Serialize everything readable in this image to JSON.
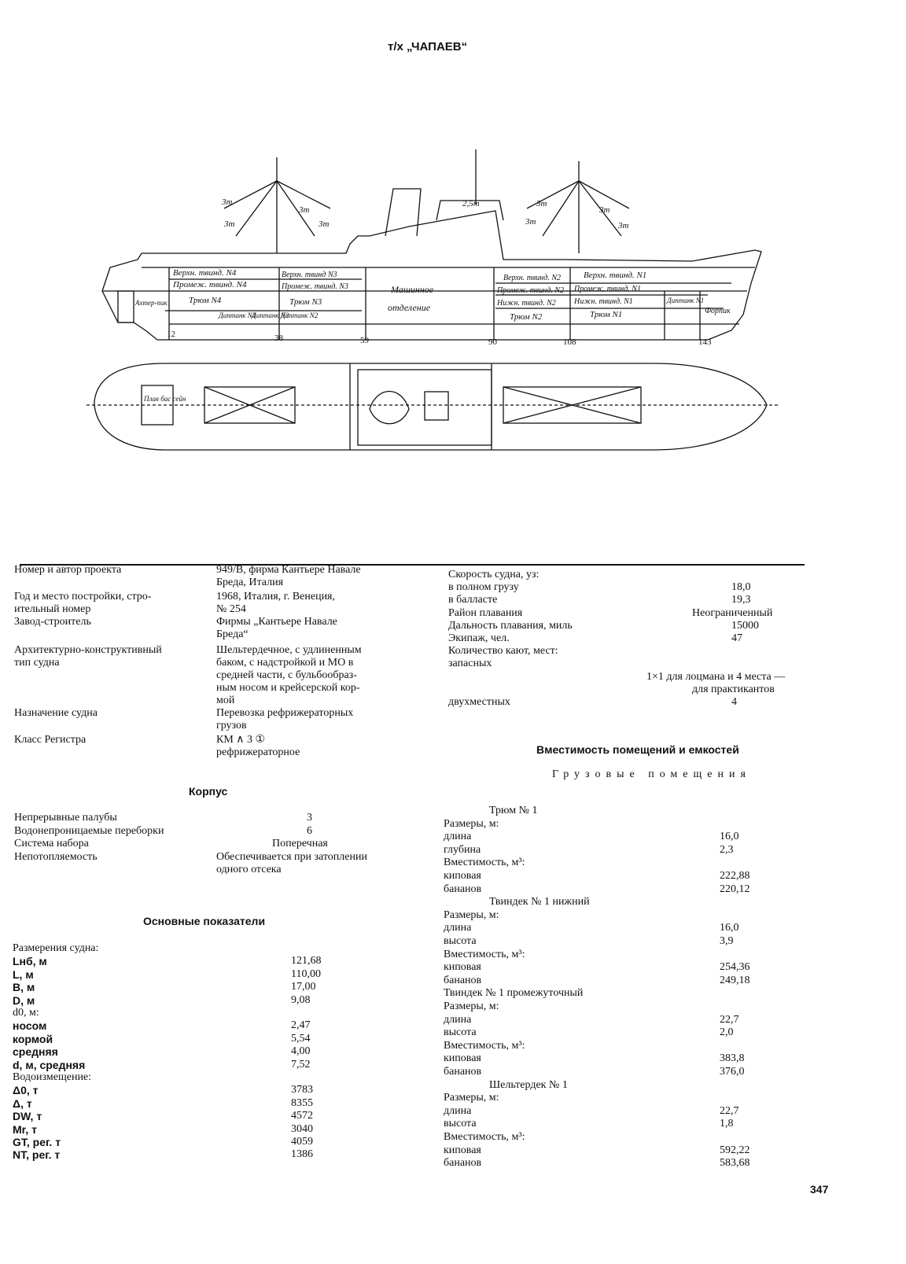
{
  "title": "т/х „ЧАПАЕВ“",
  "page_number": "347",
  "drawing_labels": {
    "derricks": [
      "3т",
      "3т",
      "3т",
      "3т",
      "2,5т",
      "3т",
      "3т",
      "3т",
      "3т"
    ],
    "compartments": [
      "Верхн. твинд. N4",
      "Промеж. твинд. N4",
      "Трюм N4",
      "Ахтер-пик",
      "Верхн. твинд N3",
      "Промеж. твинд. N3",
      "Трюм N3",
      "Диптанк N4",
      "Диптанк N3",
      "Диптанк N2",
      "Машинное",
      "отделение",
      "Верхн. твинд. N2",
      "Промеж. твинд. N2",
      "Нижн. твинд. N2",
      "Трюм N2",
      "Верхн. твинд. N1",
      "Промеж. твинд. N1",
      "Нижн. твинд. N1",
      "Трюм N1",
      "Диптанк N1",
      "Форпик"
    ],
    "frames": [
      "12",
      "38",
      "59",
      "90",
      "108",
      "143"
    ],
    "plan_label": "Плав бас сейн"
  },
  "left": {
    "rows": [
      {
        "k": "Номер и автор проекта",
        "v": [
          "949/B, фирма Кантьере Навале",
          "Бреда, Италия"
        ]
      },
      {
        "k": "Год и место постройки, стро-\nительный номер",
        "v": [
          "1968, Италия, г. Венеция,",
          "№ 254"
        ]
      },
      {
        "k": "Завод-строитель",
        "v": [
          "Фирмы „Кантьере Навале",
          "Бреда“"
        ]
      },
      {
        "k": "Архитектурно-конструктивный\nтип судна",
        "v": [
          "Шельтердечное, с удлиненным",
          "баком, с надстройкой и МО в",
          "средней части, с бульбообраз-",
          "ным носом и крейсерской кор-",
          "мой"
        ]
      },
      {
        "k": "Назначение судна",
        "v": [
          "Перевозка рефрижераторных",
          "грузов"
        ]
      },
      {
        "k": "Класс Регистра",
        "v": [
          "КМ ∧ 3 ①",
          "рефрижераторное"
        ]
      }
    ],
    "hull_title": "Корпус",
    "hull": [
      {
        "k": "Непрерывные палубы",
        "v": "3"
      },
      {
        "k": "Водонепроницаемые переборки",
        "v": "6"
      },
      {
        "k": "Система набора",
        "v": "Поперечная"
      },
      {
        "k": "Непотопляемость",
        "v": "Обеспечивается при затоплении"
      },
      {
        "k": "",
        "v": "одного отсека"
      }
    ],
    "main_title": "Основные показатели",
    "main": [
      {
        "k": "Размерения судна:",
        "v": ""
      },
      {
        "k": "Lнб, м",
        "v": "121,68"
      },
      {
        "k": "L, м",
        "v": "110,00"
      },
      {
        "k": "B, м",
        "v": "17,00"
      },
      {
        "k": "D, м",
        "v": "9,08"
      },
      {
        "k": "d0, м:",
        "v": ""
      },
      {
        "k": "носом",
        "v": "2,47"
      },
      {
        "k": "кормой",
        "v": "5,54"
      },
      {
        "k": "средняя",
        "v": "4,00"
      },
      {
        "k": "d, м, средняя",
        "v": "7,52"
      },
      {
        "k": "Водоизмещение:",
        "v": ""
      },
      {
        "k": "Δ0, т",
        "v": "3783"
      },
      {
        "k": "Δ, т",
        "v": "8355"
      },
      {
        "k": "DW, т",
        "v": "4572"
      },
      {
        "k": "Mr, т",
        "v": "3040"
      },
      {
        "k": "GT, рег. т",
        "v": "4059"
      },
      {
        "k": "NT, рег. т",
        "v": "1386"
      }
    ]
  },
  "right": {
    "speed": [
      {
        "k": "Скорость судна, уз:",
        "v": ""
      },
      {
        "k": "в полном грузу",
        "v": "18,0"
      },
      {
        "k": "в балласте",
        "v": "19,3"
      },
      {
        "k": "Район плавания",
        "v": "Неограниченный"
      },
      {
        "k": "Дальность плавания, миль",
        "v": "15000"
      },
      {
        "k": "Экипаж, чел.",
        "v": "47"
      },
      {
        "k": "Количество кают, мест:",
        "v": ""
      },
      {
        "k": "запасных",
        "v": ""
      },
      {
        "k": "",
        "v": "1×1 для лоцмана и 4 места —"
      },
      {
        "k": "",
        "v": "для практикантов"
      },
      {
        "k": "двухместных",
        "v": "4"
      }
    ],
    "capacity_title": "Вместимость помещений и емкостей",
    "cargo_title": "Грузовые помещения",
    "cargo": [
      {
        "k": "Трюм № 1",
        "v": "",
        "c": true
      },
      {
        "k": "Размеры, м:",
        "v": ""
      },
      {
        "k": "длина",
        "v": "16,0"
      },
      {
        "k": "глубина",
        "v": "2,3"
      },
      {
        "k": "Вместимость, м³:",
        "v": ""
      },
      {
        "k": "киповая",
        "v": "222,88"
      },
      {
        "k": "бананов",
        "v": "220,12"
      },
      {
        "k": "Твиндек № 1 нижний",
        "v": "",
        "c": true
      },
      {
        "k": "Размеры, м:",
        "v": ""
      },
      {
        "k": "длина",
        "v": "16,0"
      },
      {
        "k": "высота",
        "v": "3,9"
      },
      {
        "k": "Вместимость, м³:",
        "v": ""
      },
      {
        "k": "киповая",
        "v": "254,36"
      },
      {
        "k": "бананов",
        "v": "249,18"
      },
      {
        "k": "Твиндек № 1 промежуточный",
        "v": ""
      },
      {
        "k": "Размеры, м:",
        "v": ""
      },
      {
        "k": "длина",
        "v": "22,7"
      },
      {
        "k": "высота",
        "v": "2,0"
      },
      {
        "k": "Вместимость, м³:",
        "v": ""
      },
      {
        "k": "киповая",
        "v": "383,8"
      },
      {
        "k": "бананов",
        "v": "376,0"
      },
      {
        "k": "Шельтердек № 1",
        "v": "",
        "c": true
      },
      {
        "k": "Размеры, м:",
        "v": ""
      },
      {
        "k": "длина",
        "v": "22,7"
      },
      {
        "k": "высота",
        "v": "1,8"
      },
      {
        "k": "Вместимость, м³:",
        "v": ""
      },
      {
        "k": "киповая",
        "v": "592,22"
      },
      {
        "k": "бананов",
        "v": "583,68"
      }
    ]
  }
}
